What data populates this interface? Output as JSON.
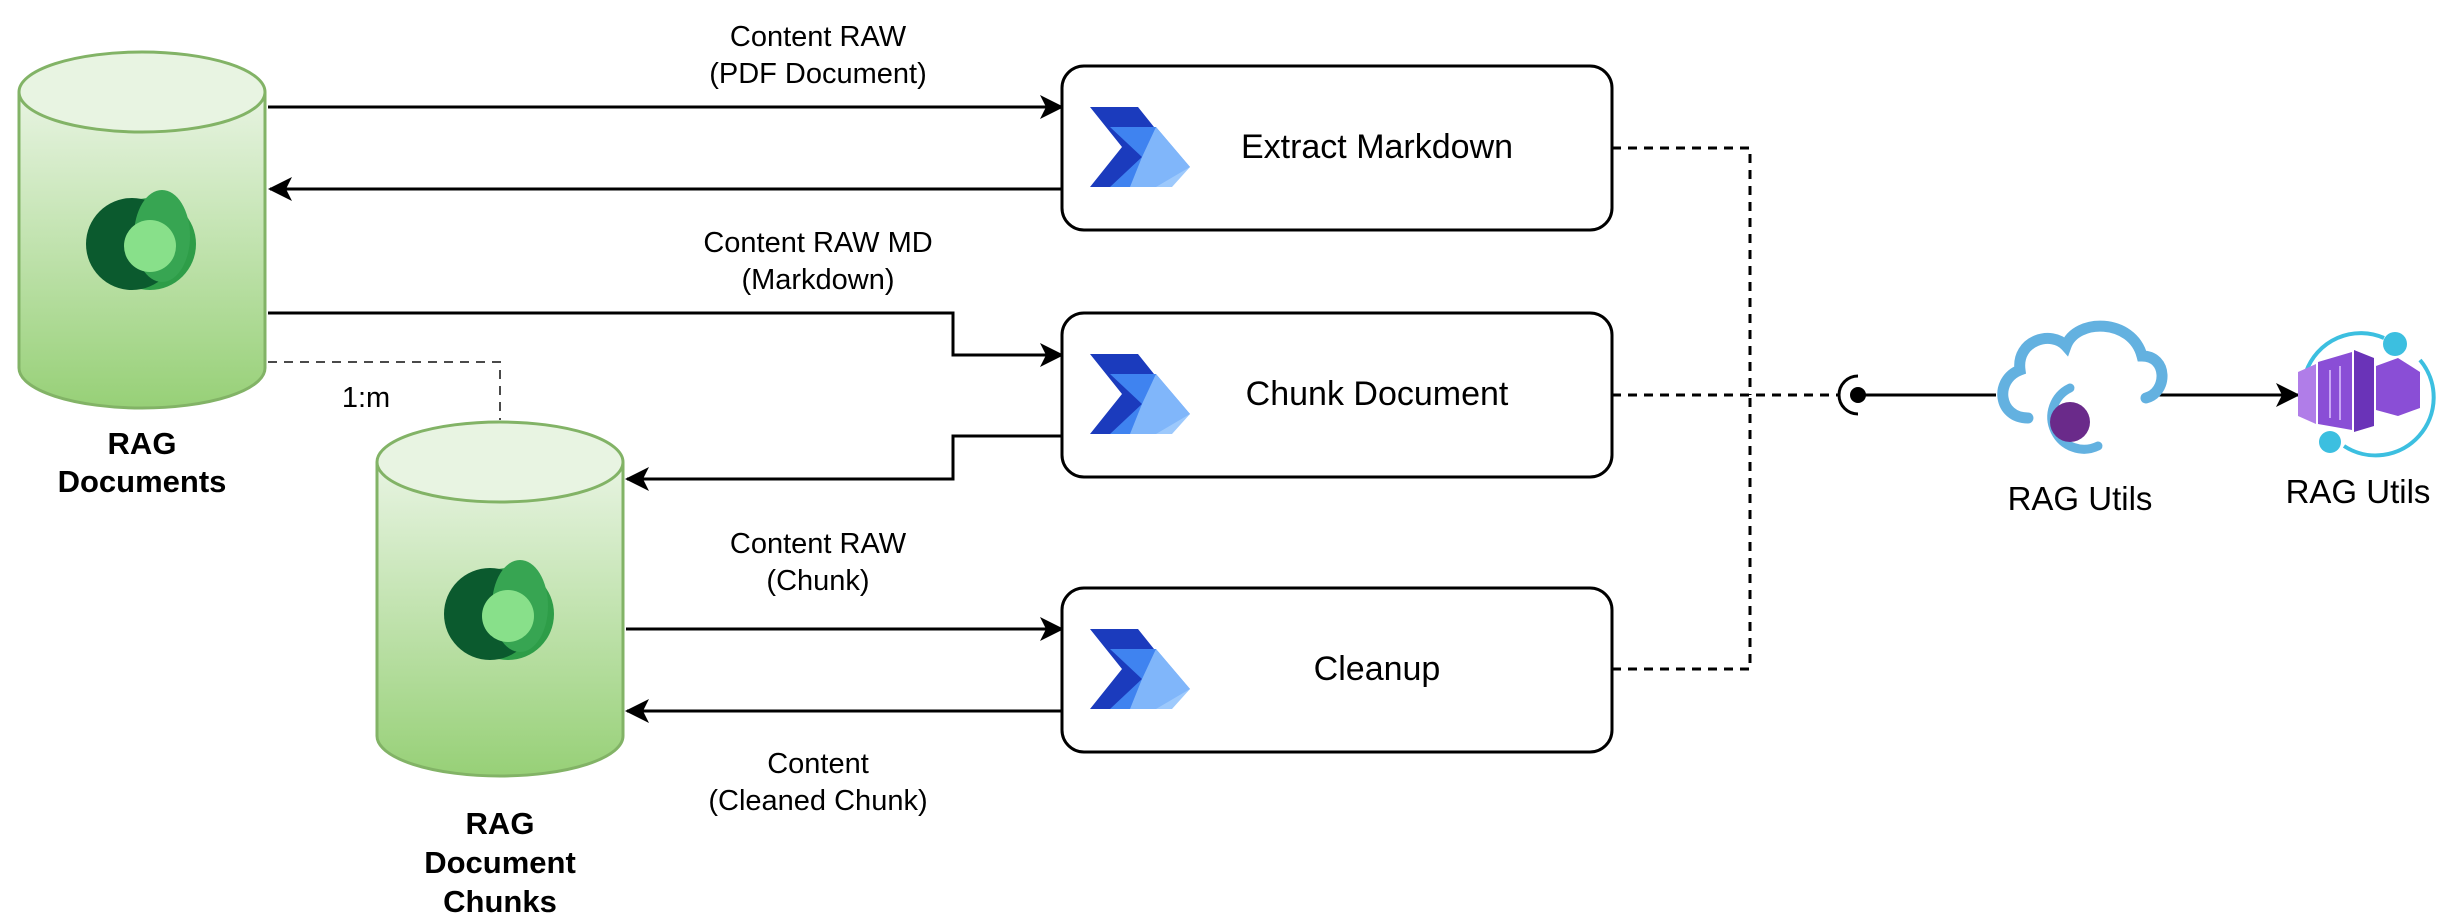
{
  "tables": [
    {
      "id": "rag-documents",
      "label_lines": [
        "RAG",
        "Documents"
      ]
    },
    {
      "id": "rag-document-chunks",
      "label_lines": [
        "RAG",
        "Document",
        "Chunks"
      ]
    }
  ],
  "relationship": {
    "label": "1:m"
  },
  "processes": [
    {
      "id": "extract-markdown",
      "label": "Extract Markdown"
    },
    {
      "id": "chunk-document",
      "label": "Chunk Document"
    },
    {
      "id": "cleanup",
      "label": "Cleanup"
    }
  ],
  "flows": [
    {
      "id": "content-raw-pdf",
      "lines": [
        "Content RAW",
        "(PDF Document)"
      ]
    },
    {
      "id": "content-raw-md",
      "lines": [
        "Content RAW MD",
        "(Markdown)"
      ]
    },
    {
      "id": "content-raw-chunk",
      "lines": [
        "Content RAW",
        "(Chunk)"
      ]
    },
    {
      "id": "content-cleaned",
      "lines": [
        "Content",
        "(Cleaned Chunk)"
      ]
    }
  ],
  "services": [
    {
      "id": "rag-utils-connector",
      "label": "RAG Utils",
      "icon": "cloud-connector-icon"
    },
    {
      "id": "rag-utils-function",
      "label": "RAG Utils",
      "icon": "function-app-icon"
    }
  ],
  "colors": {
    "cylinder_top": "#e8f4e2",
    "cylinder_bottom": "#97d077",
    "cylinder_stroke": "#82b366",
    "dataverse_dark": "#0b5a2e",
    "dataverse_mid": "#2e9d48",
    "dataverse_light": "#88e08a",
    "automate_dark": "#1b3bbd",
    "automate_mid": "#3f83f0",
    "automate_light": "#8cc0fb",
    "connector_cloud": "#63b1e0",
    "connector_dot": "#6a2a8a",
    "function_purple": "#8a4ed6",
    "function_cyan": "#3cbfe0"
  }
}
